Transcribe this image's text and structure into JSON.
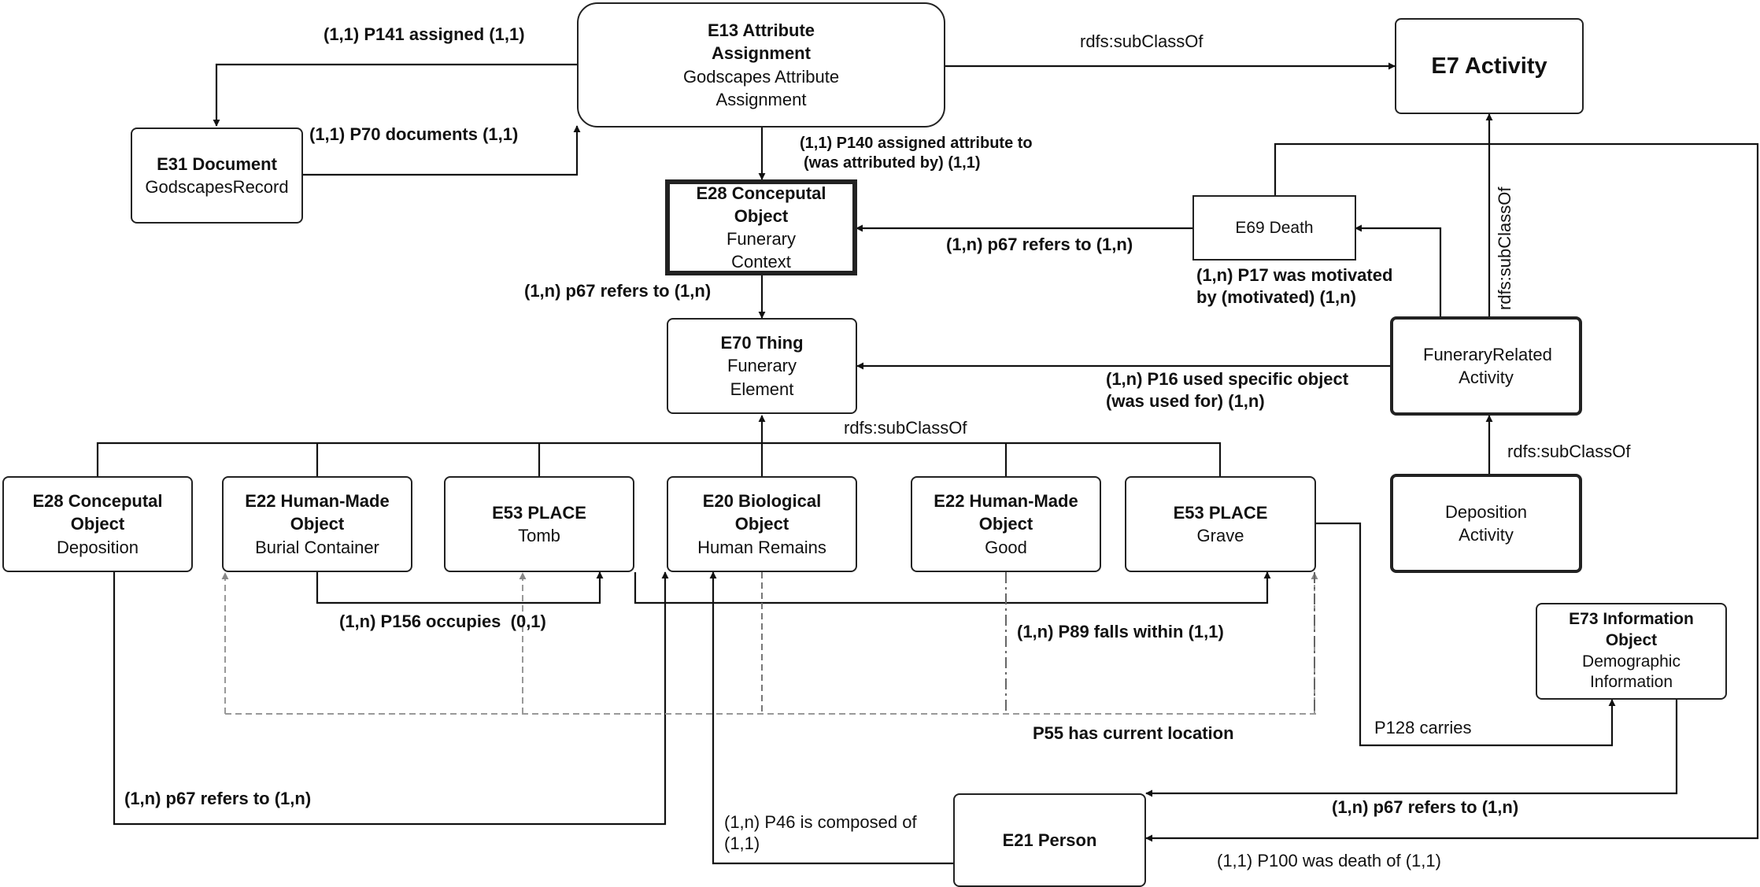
{
  "nodes": {
    "e13": {
      "title": "E13 Attribute Assignment",
      "sub": "Godscapes Attribute Assignment"
    },
    "e7": {
      "title": "E7 Activity",
      "sub": ""
    },
    "e31": {
      "title": "E31 Document",
      "sub": "GodscapesRecord"
    },
    "e28_funerary": {
      "title": "E28 Conceputal Object",
      "sub": "Funerary Context"
    },
    "e69": {
      "title": "",
      "sub": "E69 Death"
    },
    "e70": {
      "title": "E70 Thing",
      "sub": "Funerary Element"
    },
    "funerary_activity": {
      "title": "",
      "sub": "FuneraryRelated Activity"
    },
    "e28_deposition": {
      "title": "E28 Conceputal Object",
      "sub": "Deposition"
    },
    "e22_container": {
      "title": "E22 Human-Made Object",
      "sub": "Burial Container"
    },
    "e53_tomb": {
      "title": "E53 PLACE",
      "sub": "Tomb"
    },
    "e20": {
      "title": "E20 Biological Object",
      "sub": "Human Remains"
    },
    "e22_good": {
      "title": "E22 Human-Made Object",
      "sub": "Good"
    },
    "e53_grave": {
      "title": "E53 PLACE",
      "sub": "Grave"
    },
    "deposition_activity": {
      "title": "",
      "sub": "Deposition Activity"
    },
    "e73": {
      "title": "E73 Information Object",
      "sub": "Demographic Information"
    },
    "e21": {
      "title": "E21 Person",
      "sub": ""
    }
  },
  "labels": {
    "p141": "(1,1) P141 assigned (1,1)",
    "p70": "(1,1) P70 documents (1,1)",
    "subclass_e13": "rdfs:subClassOf",
    "p140_l1": "(1,1) P140 assigned attribute to",
    "p140_l2": "(was attributed by) (1,1)",
    "p67_death": "(1,n) p67 refers to (1,n)",
    "p17_l1": "(1,n) P17 was motivated",
    "p17_l2": "by (motivated) (1,n)",
    "subclass_vertical": "rdfs:subClassOf",
    "p67_context": "(1,n) p67 refers to (1,n)",
    "p16_l1": "(1,n) P16 used specific object",
    "p16_l2": "(was used for) (1,n)",
    "subclass_thing": "rdfs:subClassOf",
    "subclass_deposition": "rdfs:subClassOf",
    "p156": "(1,n) P156 occupies  (0,1)",
    "p89": "(1,n) P89 falls within (1,1)",
    "p55": "P55 has current location",
    "p128": "P128 carries",
    "p67_deposition": "(1,n) p67 refers to (1,n)",
    "p46_l1": "(1,n) P46 is composed of",
    "p46_l2": "(1,1)",
    "p67_info": "(1,n) p67 refers to (1,n)",
    "p100": "(1,1) P100 was death of (1,1)"
  }
}
